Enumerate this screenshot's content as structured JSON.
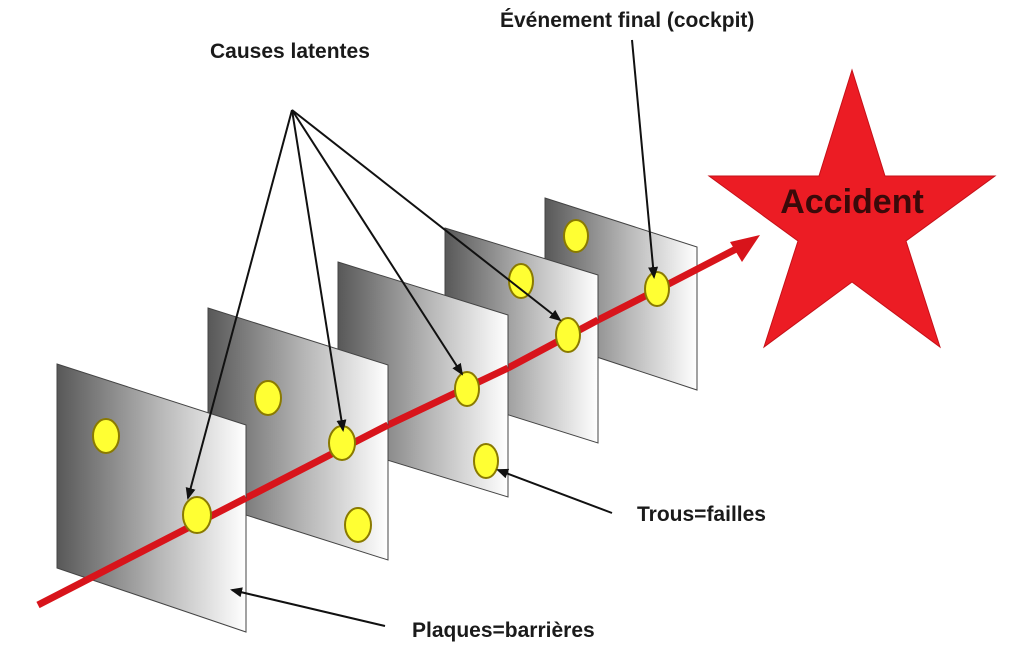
{
  "labels": {
    "causes": "Causes latentes",
    "final": "Événement final (cockpit)",
    "accident": "Accident",
    "trous": "Trous=failles",
    "plaques": "Plaques=barrières"
  },
  "colors": {
    "trajectory": "#d8141b",
    "star": "#ec1c24",
    "hole_fill": "#ffff33",
    "hole_stroke": "#8a7a00",
    "plate_dark": "#5a5a5a",
    "plate_light": "#ffffff"
  }
}
